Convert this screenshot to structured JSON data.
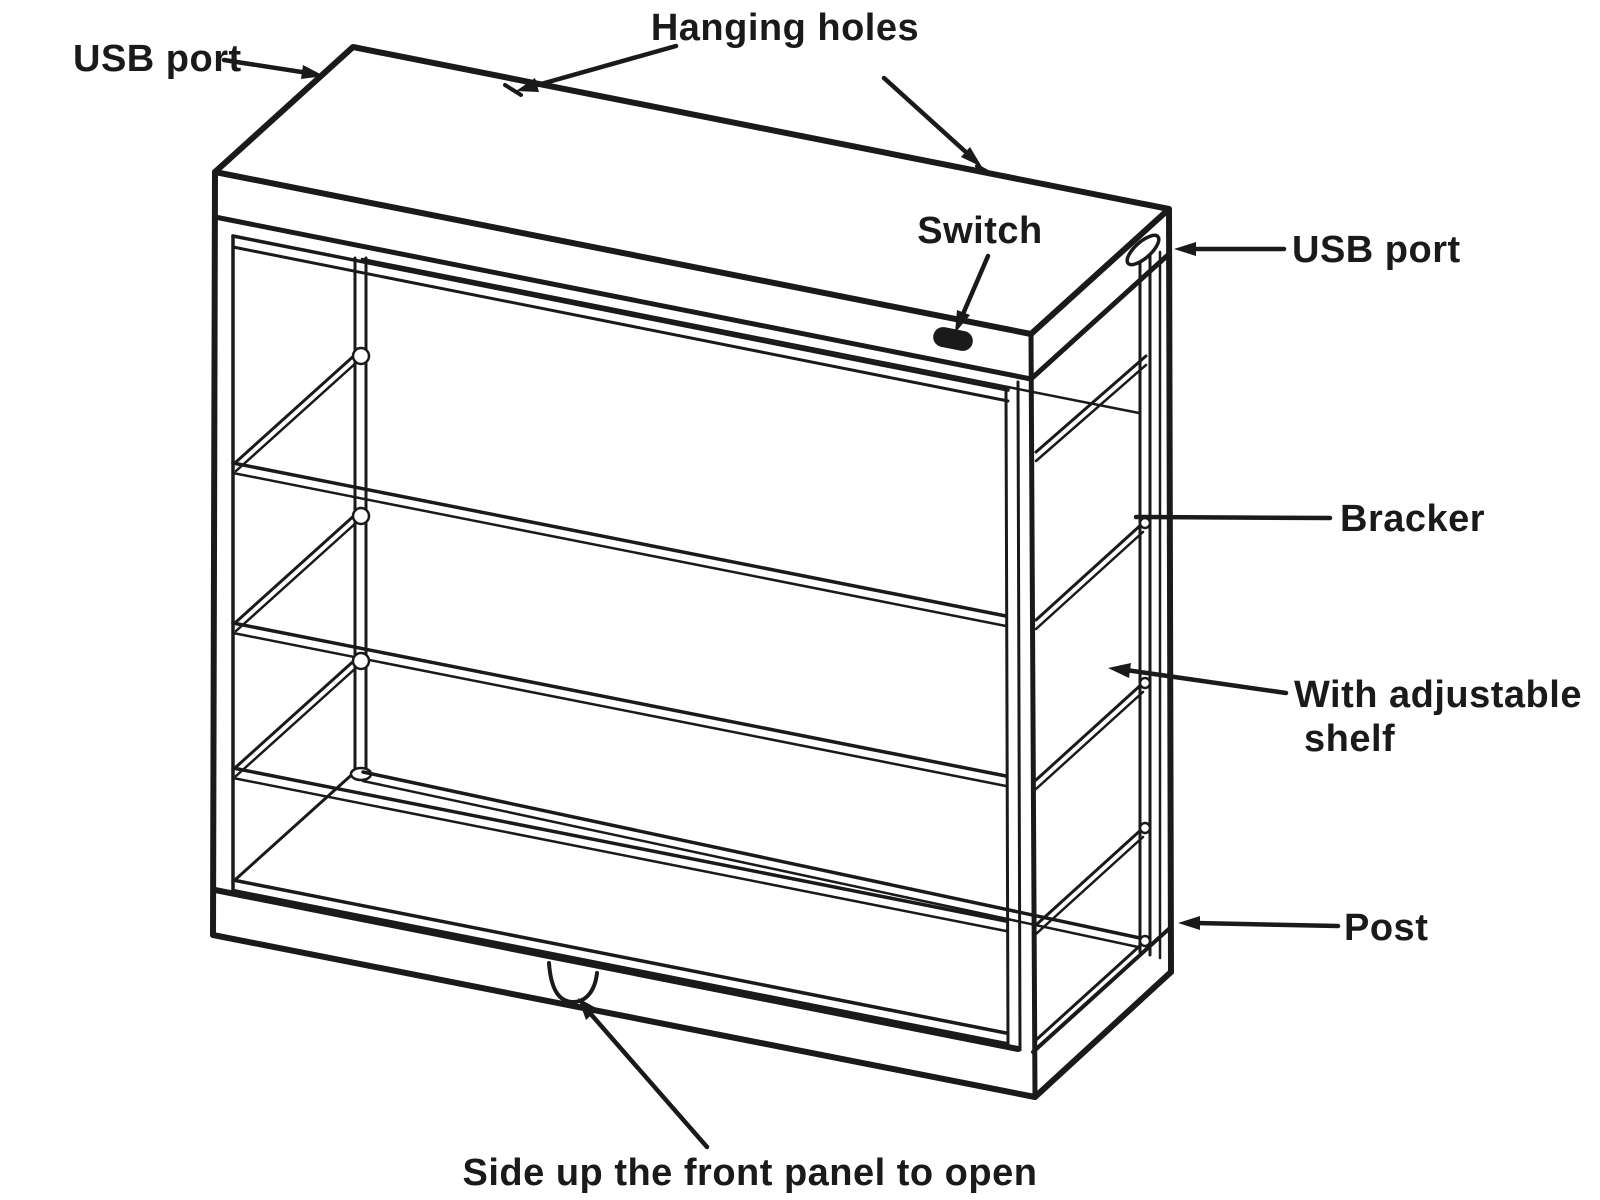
{
  "diagram": {
    "type": "isometric-line-drawing",
    "subject": "wall-mounted display cabinet with sliding front panel",
    "labels": {
      "usb_port_left": "USB port",
      "hanging_holes": "Hanging holes",
      "switch": "Switch",
      "usb_port_right": "USB port",
      "bracket": "Bracker",
      "adjustable_shelf_line1": "With adjustable",
      "adjustable_shelf_line2": "shelf",
      "post": "Post",
      "open_instruction": "Side up the front panel to open"
    },
    "colors": {
      "line": "#1a1a1a",
      "background": "#ffffff"
    }
  }
}
